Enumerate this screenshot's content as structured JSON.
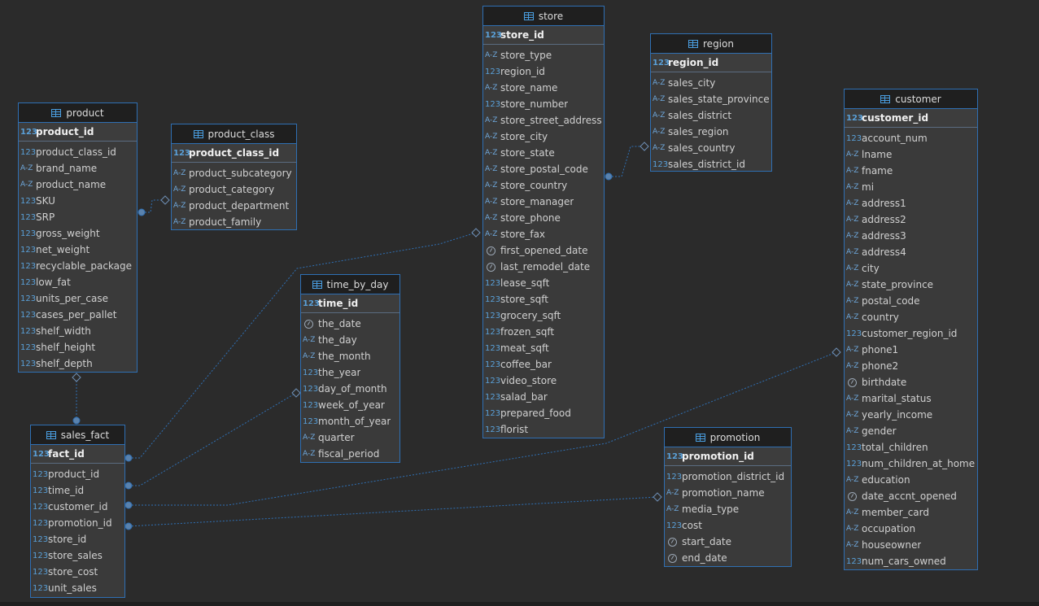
{
  "diagram": {
    "entities": {
      "product": {
        "title": "product",
        "pk": {
          "type": "123",
          "name": "product_id"
        },
        "columns": [
          {
            "type": "123",
            "name": "product_class_id"
          },
          {
            "type": "A-Z",
            "name": "brand_name"
          },
          {
            "type": "A-Z",
            "name": "product_name"
          },
          {
            "type": "123",
            "name": "SKU"
          },
          {
            "type": "123",
            "name": "SRP"
          },
          {
            "type": "123",
            "name": "gross_weight"
          },
          {
            "type": "123",
            "name": "net_weight"
          },
          {
            "type": "123",
            "name": "recyclable_package"
          },
          {
            "type": "123",
            "name": "low_fat"
          },
          {
            "type": "123",
            "name": "units_per_case"
          },
          {
            "type": "123",
            "name": "cases_per_pallet"
          },
          {
            "type": "123",
            "name": "shelf_width"
          },
          {
            "type": "123",
            "name": "shelf_height"
          },
          {
            "type": "123",
            "name": "shelf_depth"
          }
        ]
      },
      "product_class": {
        "title": "product_class",
        "pk": {
          "type": "123",
          "name": "product_class_id"
        },
        "columns": [
          {
            "type": "A-Z",
            "name": "product_subcategory"
          },
          {
            "type": "A-Z",
            "name": "product_category"
          },
          {
            "type": "A-Z",
            "name": "product_department"
          },
          {
            "type": "A-Z",
            "name": "product_family"
          }
        ]
      },
      "store": {
        "title": "store",
        "pk": {
          "type": "123",
          "name": "store_id"
        },
        "columns": [
          {
            "type": "A-Z",
            "name": "store_type"
          },
          {
            "type": "123",
            "name": "region_id"
          },
          {
            "type": "A-Z",
            "name": "store_name"
          },
          {
            "type": "123",
            "name": "store_number"
          },
          {
            "type": "A-Z",
            "name": "store_street_address"
          },
          {
            "type": "A-Z",
            "name": "store_city"
          },
          {
            "type": "A-Z",
            "name": "store_state"
          },
          {
            "type": "A-Z",
            "name": "store_postal_code"
          },
          {
            "type": "A-Z",
            "name": "store_country"
          },
          {
            "type": "A-Z",
            "name": "store_manager"
          },
          {
            "type": "A-Z",
            "name": "store_phone"
          },
          {
            "type": "A-Z",
            "name": "store_fax"
          },
          {
            "type": "date",
            "name": "first_opened_date"
          },
          {
            "type": "date",
            "name": "last_remodel_date"
          },
          {
            "type": "123",
            "name": "lease_sqft"
          },
          {
            "type": "123",
            "name": "store_sqft"
          },
          {
            "type": "123",
            "name": "grocery_sqft"
          },
          {
            "type": "123",
            "name": "frozen_sqft"
          },
          {
            "type": "123",
            "name": "meat_sqft"
          },
          {
            "type": "123",
            "name": "coffee_bar"
          },
          {
            "type": "123",
            "name": "video_store"
          },
          {
            "type": "123",
            "name": "salad_bar"
          },
          {
            "type": "123",
            "name": "prepared_food"
          },
          {
            "type": "123",
            "name": "florist"
          }
        ]
      },
      "region": {
        "title": "region",
        "pk": {
          "type": "123",
          "name": "region_id"
        },
        "columns": [
          {
            "type": "A-Z",
            "name": "sales_city"
          },
          {
            "type": "A-Z",
            "name": "sales_state_province"
          },
          {
            "type": "A-Z",
            "name": "sales_district"
          },
          {
            "type": "A-Z",
            "name": "sales_region"
          },
          {
            "type": "A-Z",
            "name": "sales_country"
          },
          {
            "type": "123",
            "name": "sales_district_id"
          }
        ]
      },
      "customer": {
        "title": "customer",
        "pk": {
          "type": "123",
          "name": "customer_id"
        },
        "columns": [
          {
            "type": "123",
            "name": "account_num"
          },
          {
            "type": "A-Z",
            "name": "lname"
          },
          {
            "type": "A-Z",
            "name": "fname"
          },
          {
            "type": "A-Z",
            "name": "mi"
          },
          {
            "type": "A-Z",
            "name": "address1"
          },
          {
            "type": "A-Z",
            "name": "address2"
          },
          {
            "type": "A-Z",
            "name": "address3"
          },
          {
            "type": "A-Z",
            "name": "address4"
          },
          {
            "type": "A-Z",
            "name": "city"
          },
          {
            "type": "A-Z",
            "name": "state_province"
          },
          {
            "type": "A-Z",
            "name": "postal_code"
          },
          {
            "type": "A-Z",
            "name": "country"
          },
          {
            "type": "123",
            "name": "customer_region_id"
          },
          {
            "type": "A-Z",
            "name": "phone1"
          },
          {
            "type": "A-Z",
            "name": "phone2"
          },
          {
            "type": "date",
            "name": "birthdate"
          },
          {
            "type": "A-Z",
            "name": "marital_status"
          },
          {
            "type": "A-Z",
            "name": "yearly_income"
          },
          {
            "type": "A-Z",
            "name": "gender"
          },
          {
            "type": "123",
            "name": "total_children"
          },
          {
            "type": "123",
            "name": "num_children_at_home"
          },
          {
            "type": "A-Z",
            "name": "education"
          },
          {
            "type": "date",
            "name": "date_accnt_opened"
          },
          {
            "type": "A-Z",
            "name": "member_card"
          },
          {
            "type": "A-Z",
            "name": "occupation"
          },
          {
            "type": "A-Z",
            "name": "houseowner"
          },
          {
            "type": "123",
            "name": "num_cars_owned"
          }
        ]
      },
      "time_by_day": {
        "title": "time_by_day",
        "pk": {
          "type": "123",
          "name": "time_id"
        },
        "columns": [
          {
            "type": "date",
            "name": "the_date"
          },
          {
            "type": "A-Z",
            "name": "the_day"
          },
          {
            "type": "A-Z",
            "name": "the_month"
          },
          {
            "type": "123",
            "name": "the_year"
          },
          {
            "type": "123",
            "name": "day_of_month"
          },
          {
            "type": "123",
            "name": "week_of_year"
          },
          {
            "type": "123",
            "name": "month_of_year"
          },
          {
            "type": "A-Z",
            "name": "quarter"
          },
          {
            "type": "A-Z",
            "name": "fiscal_period"
          }
        ]
      },
      "sales_fact": {
        "title": "sales_fact",
        "pk": {
          "type": "123",
          "name": "fact_id"
        },
        "columns": [
          {
            "type": "123",
            "name": "product_id"
          },
          {
            "type": "123",
            "name": "time_id"
          },
          {
            "type": "123",
            "name": "customer_id"
          },
          {
            "type": "123",
            "name": "promotion_id"
          },
          {
            "type": "123",
            "name": "store_id"
          },
          {
            "type": "123",
            "name": "store_sales"
          },
          {
            "type": "123",
            "name": "store_cost"
          },
          {
            "type": "123",
            "name": "unit_sales"
          }
        ]
      },
      "promotion": {
        "title": "promotion",
        "pk": {
          "type": "123",
          "name": "promotion_id"
        },
        "columns": [
          {
            "type": "123",
            "name": "promotion_district_id"
          },
          {
            "type": "A-Z",
            "name": "promotion_name"
          },
          {
            "type": "A-Z",
            "name": "media_type"
          },
          {
            "type": "123",
            "name": "cost"
          },
          {
            "type": "date",
            "name": "start_date"
          },
          {
            "type": "date",
            "name": "end_date"
          }
        ]
      }
    }
  }
}
